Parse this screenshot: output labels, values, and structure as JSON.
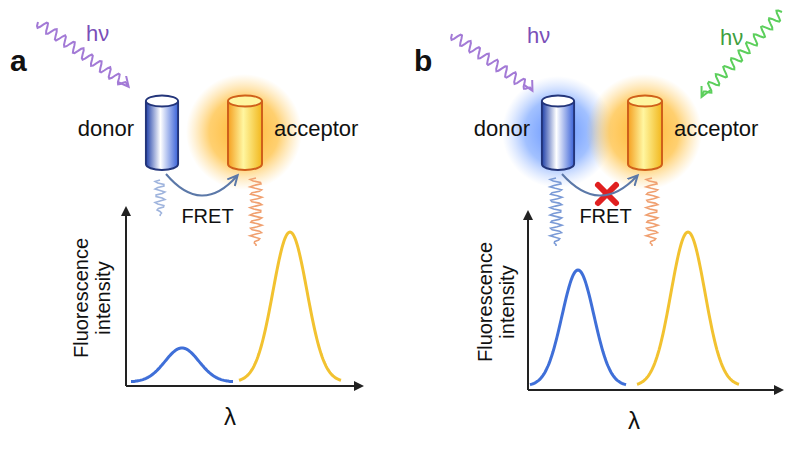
{
  "diagram": {
    "nodes": [
      {
        "text": [
          "donor"
        ]
      },
      {
        "text": [
          "acceptor"
        ]
      },
      {
        "text": [
          "donor"
        ]
      },
      {
        "text": [
          "acceptor"
        ]
      }
    ],
    "edges": [
      {
        "from": 0,
        "to": 1,
        "arrow": "to",
        "label": "FRET"
      },
      {
        "from": 2,
        "to": 3,
        "arrow": "to",
        "label": "FRET"
      }
    ],
    "labels": [
      "a",
      "hν",
      "Fluorescence intensity",
      "λ",
      "b",
      "hν",
      "hν",
      "Fluorescence intensity",
      "λ"
    ]
  }
}
